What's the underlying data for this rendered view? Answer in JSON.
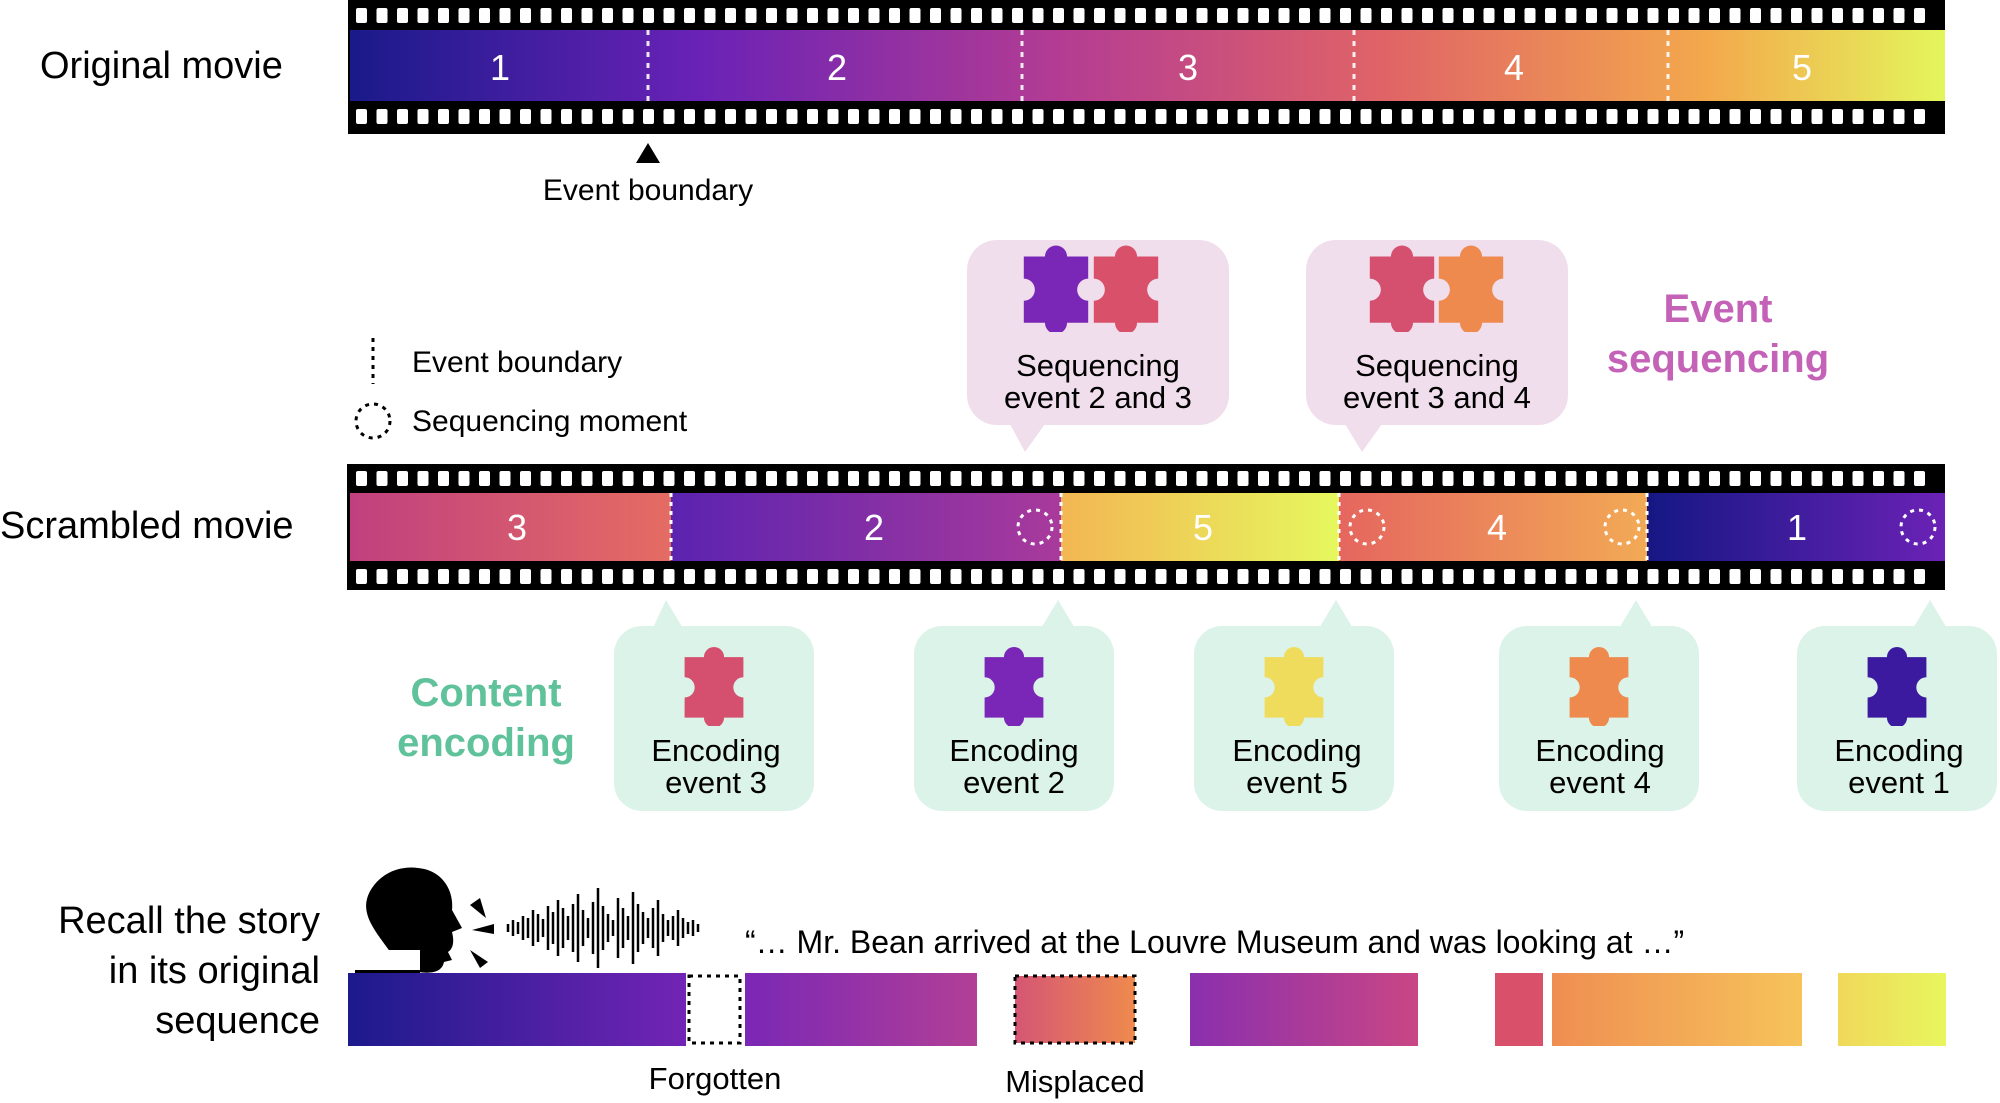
{
  "original": {
    "label": "Original movie",
    "events": [
      "1",
      "2",
      "3",
      "4",
      "5"
    ],
    "boundary_label": "Event boundary"
  },
  "legend": {
    "boundary": "Event boundary",
    "sequencing_moment": "Sequencing moment"
  },
  "sequencing": {
    "title_line1": "Event",
    "title_line2": "sequencing",
    "title_color": "#c462b7",
    "bubbles": [
      {
        "line1": "Sequencing",
        "line2": "event 2 and 3"
      },
      {
        "line1": "Sequencing",
        "line2": "event 3 and 4"
      }
    ]
  },
  "scrambled": {
    "label": "Scrambled movie",
    "events": [
      "3",
      "2",
      "5",
      "4",
      "1"
    ]
  },
  "encoding": {
    "title_line1": "Content",
    "title_line2": "encoding",
    "title_color": "#5fc29a",
    "bubbles": [
      {
        "line1": "Encoding",
        "line2": "event 3"
      },
      {
        "line1": "Encoding",
        "line2": "event 2"
      },
      {
        "line1": "Encoding",
        "line2": "event 5"
      },
      {
        "line1": "Encoding",
        "line2": "event 4"
      },
      {
        "line1": "Encoding",
        "line2": "event 1"
      }
    ]
  },
  "recall": {
    "label_line1": "Recall the story",
    "label_line2": "in its original",
    "label_line3": "sequence",
    "quote": "“… Mr. Bean arrived at the Louvre Museum and was looking at …”",
    "forgotten": "Forgotten",
    "misplaced": "Misplaced"
  },
  "colors": {
    "event1": "#1e1a8c",
    "event2": "#7a27b8",
    "event3": "#d4506e",
    "event4": "#ef8a4e",
    "event5": "#e8ec5e",
    "sequencing_bubble": "#f1deed",
    "encoding_bubble": "#dcf3ea"
  }
}
